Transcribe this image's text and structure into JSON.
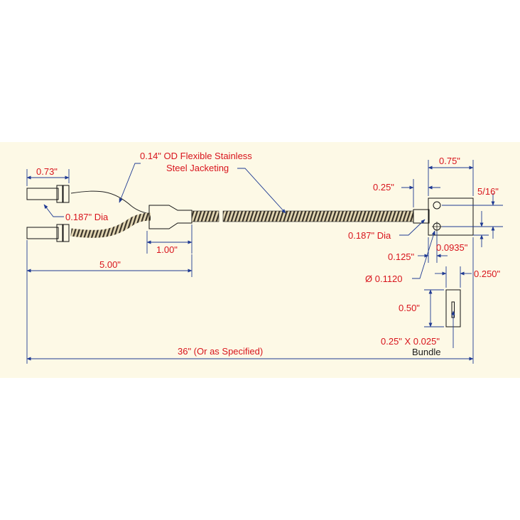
{
  "colors": {
    "panel_background": "#fdf9e6",
    "label_red": "#d8141c",
    "dimension_blue": "#1f3a93",
    "outline": "#111111",
    "hose_light": "#e4d8b4",
    "hose_dark": "#3a342a"
  },
  "labels": {
    "jacket_line1": "0.14\" OD Flexible Stainless",
    "jacket_line2": "Steel Jacketing",
    "tip_length": "0.73\"",
    "tip_dia": "0.187\" Dia",
    "ferrule_length": "1.00\"",
    "split_length": "5.00\"",
    "overall_length": "36\" (Or as Specified)",
    "head_width": "0.75\"",
    "head_offset": "0.25\"",
    "head_height": "5/16\"",
    "common_dia": "0.187\" Dia",
    "hole_offset": "0.125\"",
    "hole_spacing": "0.0935\"",
    "hole_dia": "Ø 0.1120",
    "bundle_width": "0.250\"",
    "bundle_height": "0.50\"",
    "bundle_size": "0.25\" X 0.025\"",
    "bundle_word": "Bundle"
  }
}
